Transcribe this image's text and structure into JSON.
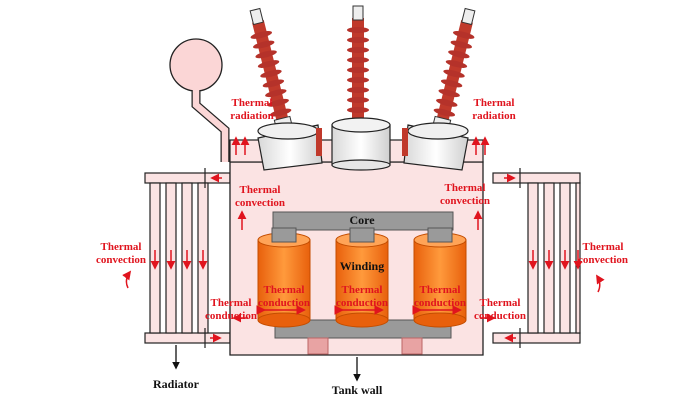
{
  "colors": {
    "tank_fill": "#fbe3e3",
    "outline": "#222222",
    "arrow_red": "#e0141e",
    "bushing_red": "#c0392b",
    "core_gray": "#9a9a9a",
    "winding_orange": "#f07a1f",
    "support_pink": "#e8a3a3"
  },
  "labels": {
    "thermal_radiation": [
      "Thermal",
      "radiation"
    ],
    "thermal_convection": [
      "Thermal",
      "convection"
    ],
    "thermal_conduction": [
      "Thermal",
      "conduction"
    ],
    "core": "Core",
    "winding": "Winding",
    "radiator": "Radiator",
    "tank_wall": "Tank wall"
  }
}
